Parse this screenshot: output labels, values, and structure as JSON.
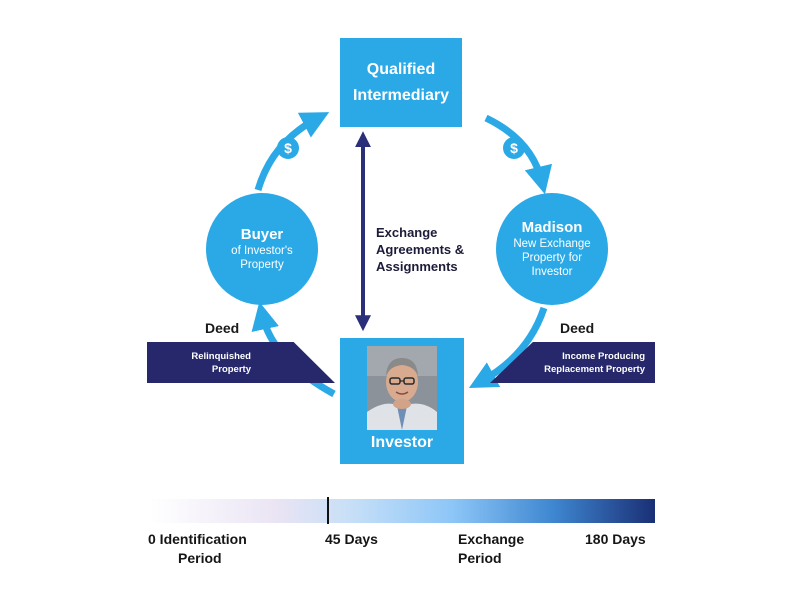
{
  "qualified_intermediary": {
    "line1": "Qualified",
    "line2": "Intermediary"
  },
  "buyer": {
    "title": "Buyer",
    "line1": "of Investor's",
    "line2": "Property"
  },
  "madison": {
    "title": "Madison",
    "line1": "New Exchange",
    "line2": "Property for",
    "line3": "Investor"
  },
  "dollar_symbol": "$",
  "exchange": {
    "line1": "Exchange",
    "line2": "Agreements &",
    "line3": "Assignments"
  },
  "deed_label": "Deed",
  "relinquished": {
    "line1": "Relinquished",
    "line2": "Property"
  },
  "replacement": {
    "line1": "Income Producing",
    "line2": "Replacement Property"
  },
  "investor": {
    "label": "Investor"
  },
  "timeline": {
    "start_line1": "0 Identification",
    "start_line2": "Period",
    "mid": "45 Days",
    "exchange_line1": "Exchange",
    "exchange_line2": "Period",
    "end": "180 Days"
  },
  "colors": {
    "light_blue": "#2ba9e7",
    "navy": "#26286b",
    "arrow_dark": "#2b2f7a"
  }
}
